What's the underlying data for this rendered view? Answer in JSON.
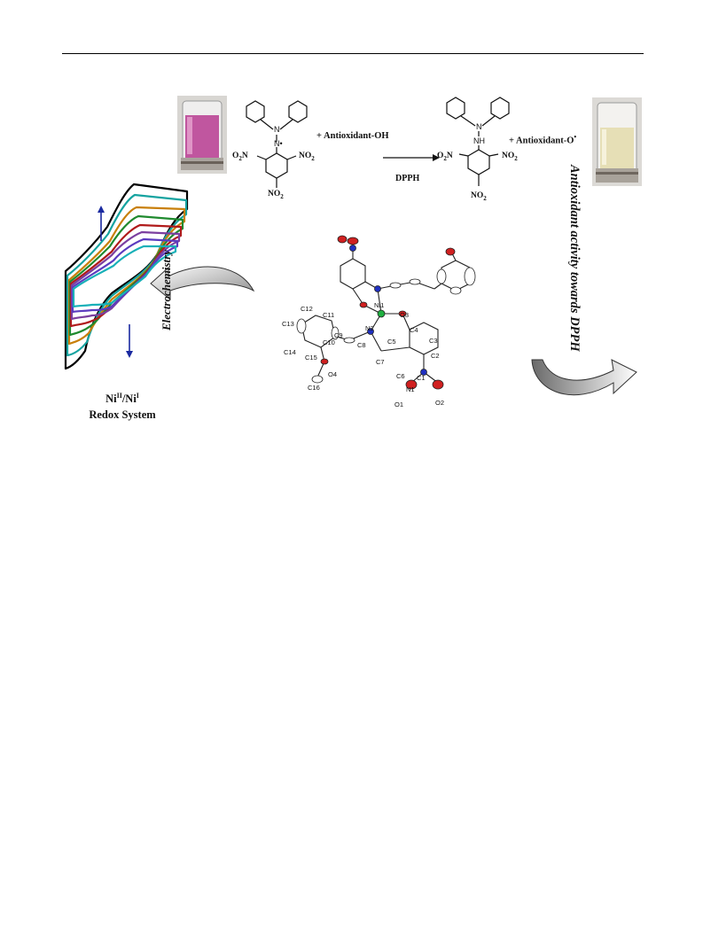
{
  "figure": {
    "reaction": {
      "reactant_label": "+ Antioxidant-OH",
      "product_label": "+ Antioxidant-O",
      "product_radical_dot": "•",
      "arrow_label": "DPPH",
      "no2": "NO",
      "no2_sub": "2",
      "o2n": "O",
      "o2n_sub": "2",
      "o2n_n": "N",
      "nh": "NH",
      "n": "N",
      "n_dot": "N•"
    },
    "redox": {
      "line1_main": "Ni",
      "line1_sup1": "II",
      "line1_sep": "/Ni",
      "line1_sup2": "I",
      "line2": "Redox System"
    },
    "side_labels": {
      "electrochemistry": "Electrochemistry",
      "antioxidant": "Antioxidant activity towards DPPH"
    },
    "atom_labels": [
      "C12",
      "C11",
      "C13",
      "C10",
      "C9",
      "C14",
      "C15",
      "C8",
      "O4",
      "C16",
      "N2",
      "Ni1",
      "O3",
      "C4",
      "C3",
      "C5",
      "C2",
      "C7",
      "C6",
      "C1",
      "N1",
      "O1",
      "O2"
    ],
    "colors": {
      "purple_vial": "#c0569f",
      "yellow_vial": "#e8e2b8",
      "cv_traces": [
        "#000000",
        "#16a3a0",
        "#c87f0a",
        "#1f8a2e",
        "#b01a1a",
        "#5b3bbf",
        "#7b3fa0",
        "#2a2ad0",
        "#18b0b8"
      ],
      "oxygen": "#d02020",
      "nitrogen": "#2030c0",
      "nickel": "#20b040",
      "arrow_blue": "#1a2aa0"
    }
  }
}
